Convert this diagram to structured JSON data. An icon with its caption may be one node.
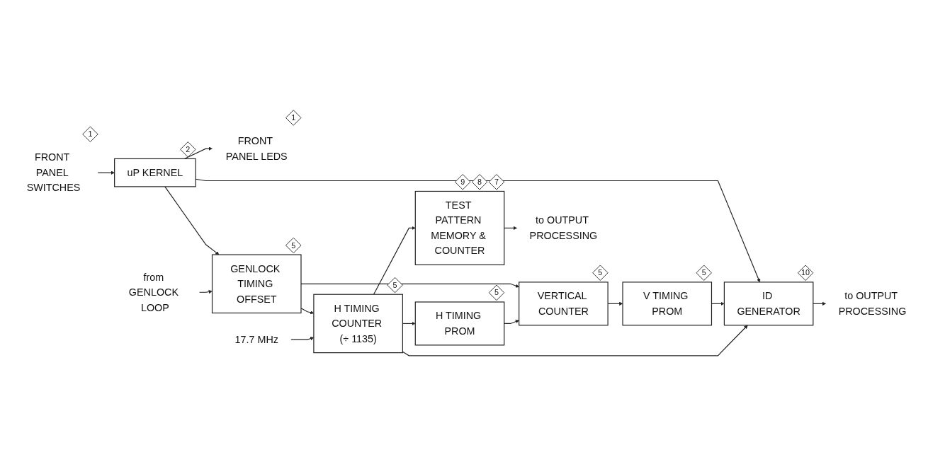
{
  "diagram": {
    "nodes": [
      {
        "text": [
          "FRONT PANEL SWITCHES"
        ],
        "beside": [
          "1"
        ]
      },
      {
        "text": [
          "uP KERNEL"
        ],
        "beside": [
          "2"
        ]
      },
      {
        "text": [
          "FRONT PANEL LEDS"
        ],
        "beside": [
          "1"
        ]
      },
      {
        "text": [
          "from GENLOCK LOOP"
        ]
      },
      {
        "text": [
          "GENLOCK TIMING OFFSET"
        ],
        "beside": [
          "5"
        ]
      },
      {
        "text": [
          "17.7 MHz"
        ]
      },
      {
        "text": [
          "H TIMING COUNTER (÷ 1135)"
        ],
        "beside": [
          "5"
        ]
      },
      {
        "text": [
          "H TIMING PROM"
        ],
        "beside": [
          "5"
        ]
      },
      {
        "text": [
          "VERTICAL COUNTER"
        ],
        "beside": [
          "5"
        ]
      },
      {
        "text": [
          "V TIMING PROM"
        ],
        "beside": [
          "5"
        ]
      },
      {
        "text": [
          "ID GENERATOR"
        ],
        "beside": [
          "10"
        ]
      },
      {
        "text": [
          "to OUTPUT PROCESSING"
        ]
      },
      {
        "text": [
          "TEST PATTERN MEMORY & COUNTER"
        ],
        "beside": [
          "7",
          "8",
          "9"
        ]
      },
      {
        "text": [
          "to OUTPUT PROCESSING"
        ]
      }
    ],
    "edges": [
      {
        "from": 0,
        "to": 1,
        "arrow": "to"
      },
      {
        "from": 1,
        "to": 2,
        "arrow": "to"
      },
      {
        "from": 1,
        "to": 10,
        "arrow": "to"
      },
      {
        "from": 1,
        "to": 4,
        "arrow": "to"
      },
      {
        "from": 3,
        "to": 4,
        "arrow": "to"
      },
      {
        "from": 4,
        "to": 8,
        "arrow": "to"
      },
      {
        "from": 4,
        "to": 6,
        "arrow": "to"
      },
      {
        "from": 5,
        "to": 6,
        "arrow": "to"
      },
      {
        "from": 6,
        "to": 7,
        "arrow": "to"
      },
      {
        "from": 7,
        "to": 8,
        "arrow": "to"
      },
      {
        "from": 8,
        "to": 9,
        "arrow": "to"
      },
      {
        "from": 9,
        "to": 10,
        "arrow": "to"
      },
      {
        "from": 6,
        "to": 10,
        "arrow": "to"
      },
      {
        "from": 6,
        "to": 12,
        "arrow": "to"
      },
      {
        "from": 10,
        "to": 11,
        "arrow": "to"
      },
      {
        "from": 12,
        "to": 13,
        "arrow": "to"
      }
    ]
  }
}
